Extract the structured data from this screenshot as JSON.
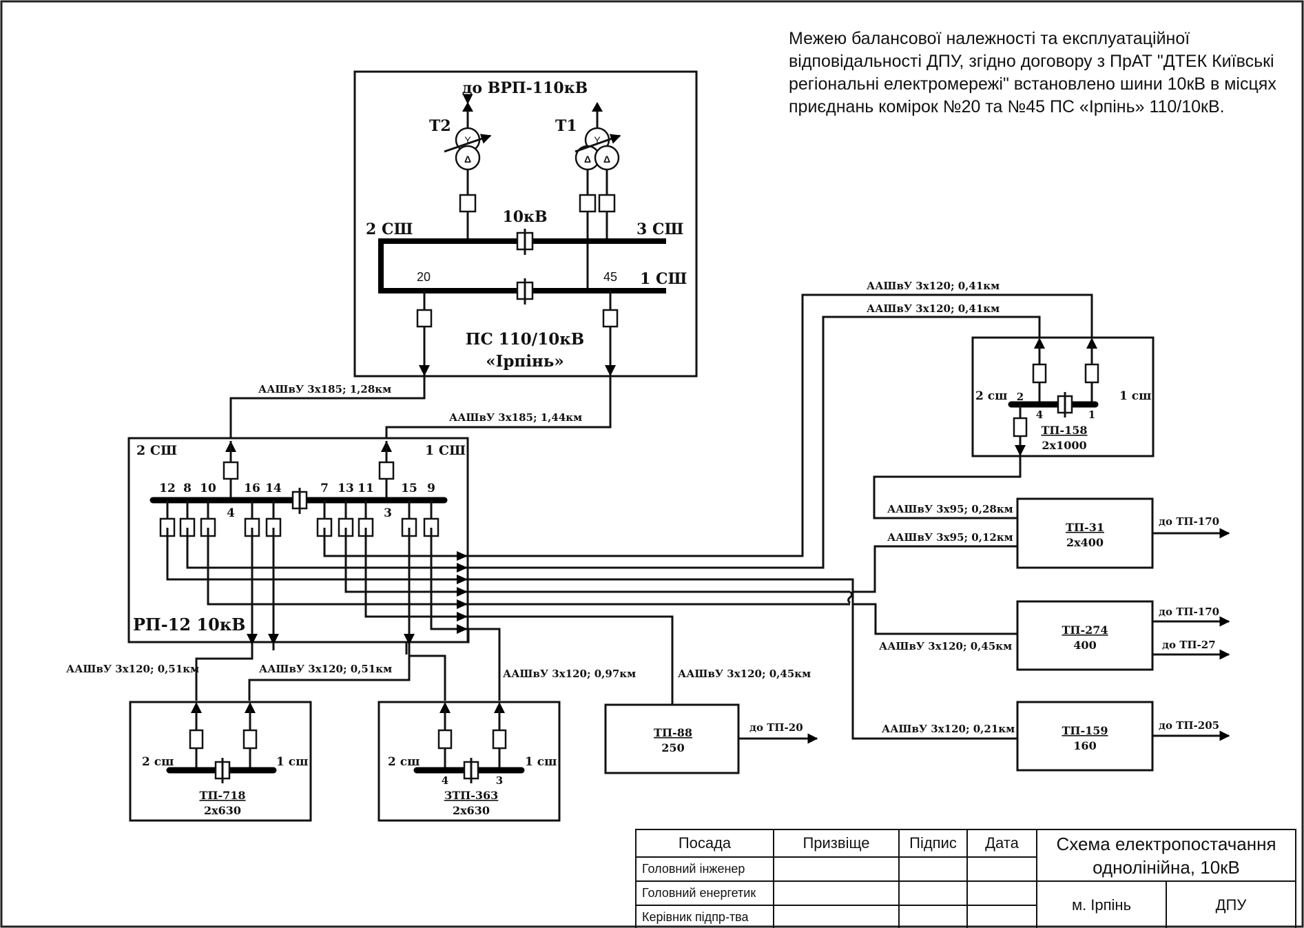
{
  "note": {
    "lines": [
      "Межею балансової належності та експлуатаційної",
      "відповідальності ДПУ, згідно договору з ПрАТ \"ДТЕК Київські",
      "регіональні електромережі\" встановлено шини 10кВ в місцях",
      "приєднань комірок №20 та №45 ПС «Ірпінь» 110/10кВ."
    ]
  },
  "substation": {
    "to_label": "до ВРП-110кВ",
    "t2": "Т2",
    "t1": "Т1",
    "voltage": "10кВ",
    "bus2": "2 СШ",
    "bus3": "3 СШ",
    "bus1": "1 СШ",
    "cell20": "20",
    "cell45": "45",
    "name_line1": "ПС 110/10кВ",
    "name_line2": "«Ірпінь»"
  },
  "cables": {
    "c1": "ААШвУ 3х185; 1,28км",
    "c2": "ААШвУ 3х185; 1,44км",
    "c3": "ААШвУ 3х120; 0,41км",
    "c4": "ААШвУ 3х120; 0,41км",
    "c5": "ААШвУ 3х95; 0,28км",
    "c6": "ААШвУ 3х95; 0,12км",
    "c7": "ААШвУ 3х120; 0,45км",
    "c8": "ААШвУ 3х120; 0,21км",
    "c9": "ААШвУ 3х120; 0,51км",
    "c10": "ААШвУ 3х120; 0,51км",
    "c11": "ААШвУ 3х120; 0,97км",
    "c12": "ААШвУ 3х120; 0,45км"
  },
  "rp12": {
    "name": "РП-12 10кВ",
    "bus2": "2 СШ",
    "bus1": "1 СШ",
    "cells": [
      "12",
      "8",
      "10",
      "16",
      "14",
      "7",
      "13",
      "11",
      "15",
      "9"
    ],
    "in4": "4",
    "in3": "3"
  },
  "tp158": {
    "name": "ТП-158",
    "power": "2х1000",
    "bus2": "2 сш",
    "bus1": "1 сш",
    "n2": "2",
    "n4": "4",
    "n1": "1"
  },
  "tp31": {
    "name": "ТП-31",
    "power": "2х400",
    "out": "до ТП-170"
  },
  "tp274": {
    "name": "ТП-274",
    "power": "400",
    "out1": "до ТП-170",
    "out2": "до ТП-27"
  },
  "tp159": {
    "name": "ТП-159",
    "power": "160",
    "out": "до ТП-205"
  },
  "tp88": {
    "name": "ТП-88",
    "power": "250",
    "out": "до ТП-20"
  },
  "tp718": {
    "name": "ТП-718",
    "power": "2х630",
    "bus2": "2 сш",
    "bus1": "1 сш"
  },
  "ztp363": {
    "name": "ЗТП-363",
    "power": "2х630",
    "bus2": "2 сш",
    "bus1": "1 сш",
    "n4": "4",
    "n3": "3"
  },
  "stamp": {
    "headers": [
      "Посада",
      "Призвіще",
      "Підпис",
      "Дата"
    ],
    "rows": [
      "Головний інженер",
      "Головний енергетик",
      "Керівник підпр-тва"
    ],
    "title": "Схема електропостачання однолінійна, 10кВ",
    "city": "м. Ірпінь",
    "org": "ДПУ"
  }
}
